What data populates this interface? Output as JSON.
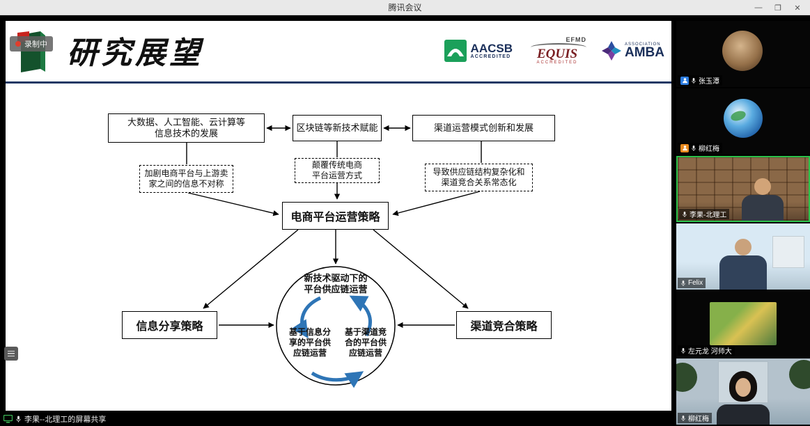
{
  "window": {
    "title": "腾讯会议",
    "minimize": "—",
    "maximize": "❐",
    "close": "✕"
  },
  "recording_badge": {
    "label": "录制中"
  },
  "slide": {
    "title": "研究展望",
    "accreditations": {
      "aacsb_name": "AACSB",
      "aacsb_sub": "ACCREDITED",
      "efmd": "EFMD",
      "equis_name": "EQUIS",
      "equis_sub": "ACCREDITED",
      "amba_sub": "ASSOCIATION",
      "amba_name": "AMBA"
    },
    "diagram": {
      "top_boxes": [
        "大数据、人工智能、云计算等\n信息技术的发展",
        "区块链等新技术赋能",
        "渠道运营模式创新和发展"
      ],
      "dashed_boxes": [
        "加剧电商平台与上游卖\n家之间的信息不对称",
        "颠覆传统电商\n平台运营方式",
        "导致供应链结构复杂化和\n渠道竞合关系常态化"
      ],
      "center_box": "电商平台运营策略",
      "left_box": "信息分享策略",
      "right_box": "渠道竞合策略",
      "cycle": {
        "top": "新技术驱动下的\n平台供应链运营",
        "bottom_left": "基于信息分\n享的平台供\n应链运营",
        "bottom_right": "基于渠道竞\n合的平台供\n应链运营"
      }
    }
  },
  "share_bar": {
    "label": "李果--北理工的屏幕共享"
  },
  "participants": [
    {
      "name": "张玉潭"
    },
    {
      "name": "柳红梅"
    },
    {
      "name": "李果-北理工"
    },
    {
      "name": "Felix"
    },
    {
      "name": "左元龙 河师大"
    },
    {
      "name": "柳红梅"
    }
  ],
  "colors": {
    "active_speaker_border": "#2bc24a",
    "recording_dot": "#e03e2d",
    "header_line_navy": "#1f3864",
    "cycle_arrow_blue": "#2e75b6",
    "aacsb_green": "#1ba05a",
    "equis_red": "#7a1f23",
    "amba_blue": "#1a2f5a"
  }
}
